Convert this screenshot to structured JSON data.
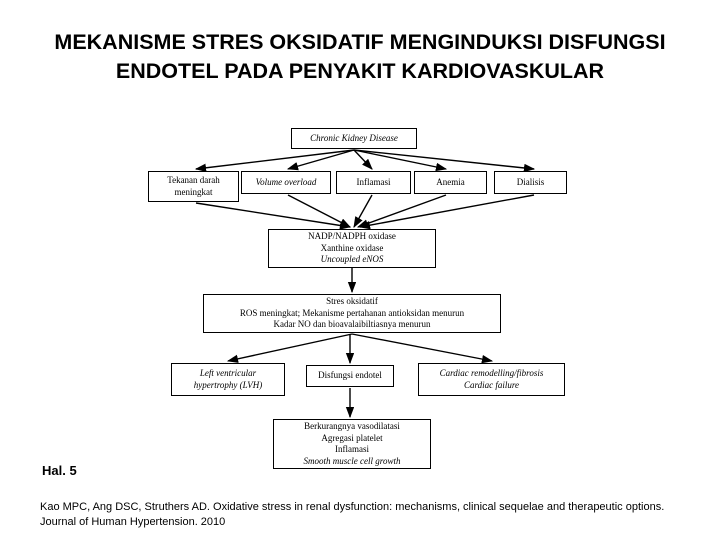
{
  "slide": {
    "title": "MEKANISME STRES OKSIDATIF MENGINDUKSI DISFUNGSI ENDOTEL PADA PENYAKIT KARDIOVASKULAR",
    "page_marker": "Hal. 5",
    "citation": "Kao MPC, Ang DSC, Struthers AD. Oxidative stress in renal dysfunction: mechanisms, clinical sequelae and therapeutic options. Journal of Human Hypertension. 2010",
    "background_color": "#ffffff",
    "text_color": "#000000",
    "line_color": "#000000"
  },
  "diagram": {
    "type": "flowchart",
    "nodes": [
      {
        "id": "ckd",
        "lines": [
          "Chronic Kidney Disease"
        ],
        "italic": [
          true
        ]
      },
      {
        "id": "tekanan",
        "lines": [
          "Tekanan darah",
          "meningkat"
        ],
        "italic": [
          false,
          false
        ]
      },
      {
        "id": "volume",
        "lines": [
          "Volume overload"
        ],
        "italic": [
          true
        ]
      },
      {
        "id": "inflamasi1",
        "lines": [
          "Inflamasi"
        ],
        "italic": [
          false
        ]
      },
      {
        "id": "anemia",
        "lines": [
          "Anemia"
        ],
        "italic": [
          false
        ]
      },
      {
        "id": "dialisis",
        "lines": [
          "Dialisis"
        ],
        "italic": [
          false
        ]
      },
      {
        "id": "oxidase",
        "lines": [
          "NADP/NADPH oxidase",
          "Xanthine oxidase",
          "Uncoupled eNOS"
        ],
        "italic": [
          false,
          false,
          true
        ]
      },
      {
        "id": "stres",
        "lines": [
          "Stres oksidatif",
          "ROS meningkat; Mekanisme pertahanan antioksidan menurun",
          "Kadar NO dan bioavalaibiltiasnya menurun"
        ],
        "italic": [
          false,
          false,
          false
        ]
      },
      {
        "id": "lvh",
        "lines": [
          "Left ventricular",
          "hypertrophy (LVH)"
        ],
        "italic": [
          true,
          true
        ]
      },
      {
        "id": "disfungsi",
        "lines": [
          "Disfungsi endotel"
        ],
        "italic": [
          false
        ]
      },
      {
        "id": "cardiac",
        "lines": [
          "Cardiac remodelling/fibrosis",
          "Cardiac failure"
        ],
        "italic": [
          true,
          true
        ]
      },
      {
        "id": "berkurang",
        "lines": [
          "Berkurangnya vasodilatasi",
          "Agregasi platelet",
          "Inflamasi",
          "Smooth muscle cell growth"
        ],
        "italic": [
          false,
          false,
          false,
          true
        ]
      }
    ],
    "edges": [
      {
        "from": "ckd",
        "to": "tekanan"
      },
      {
        "from": "ckd",
        "to": "volume"
      },
      {
        "from": "ckd",
        "to": "inflamasi1"
      },
      {
        "from": "ckd",
        "to": "anemia"
      },
      {
        "from": "ckd",
        "to": "dialisis"
      },
      {
        "from": "tekanan",
        "to": "oxidase"
      },
      {
        "from": "volume",
        "to": "oxidase"
      },
      {
        "from": "inflamasi1",
        "to": "oxidase"
      },
      {
        "from": "anemia",
        "to": "oxidase"
      },
      {
        "from": "dialisis",
        "to": "oxidase"
      },
      {
        "from": "oxidase",
        "to": "stres"
      },
      {
        "from": "stres",
        "to": "lvh"
      },
      {
        "from": "stres",
        "to": "disfungsi"
      },
      {
        "from": "stres",
        "to": "cardiac"
      },
      {
        "from": "disfungsi",
        "to": "berkurang"
      }
    ]
  }
}
